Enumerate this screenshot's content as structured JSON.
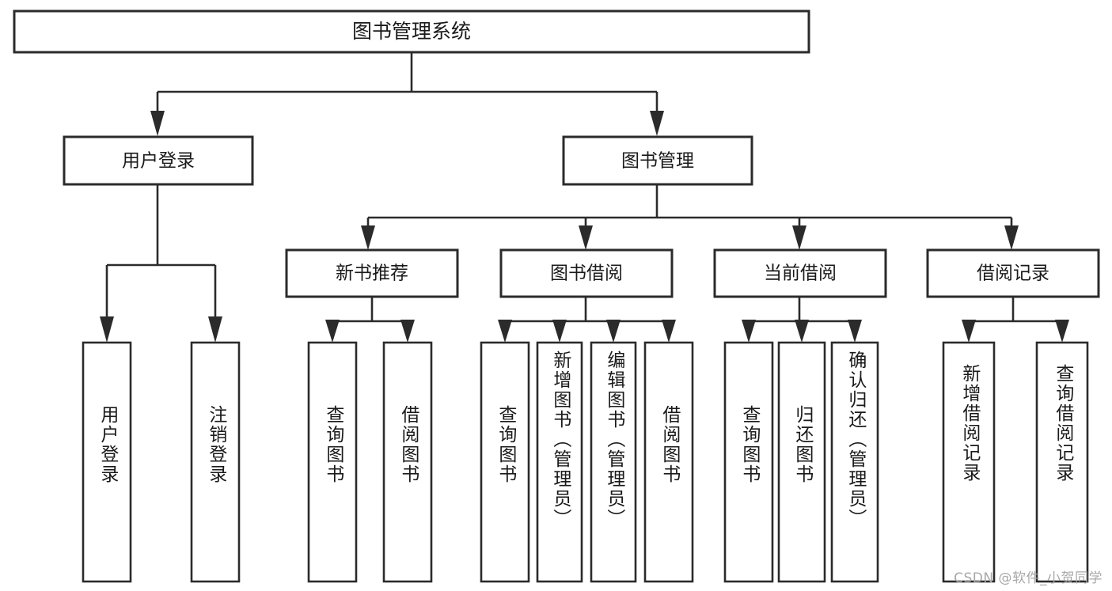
{
  "diagram": {
    "type": "tree",
    "title": "图书管理系统",
    "orientation": "top-down",
    "colors": {
      "box_stroke": "#2b2b2b",
      "box_fill": "#ffffff",
      "connector": "#2b2b2b",
      "text": "#1a1a1a",
      "watermark": "#a8a8a8",
      "background": "#ffffff"
    },
    "root": {
      "label": "图书管理系统"
    },
    "level2": [
      {
        "id": "user-login",
        "label": "用户登录"
      },
      {
        "id": "book-manage",
        "label": "图书管理"
      }
    ],
    "level3": [
      {
        "id": "new-book-recommend",
        "label": "新书推荐",
        "parent": "book-manage"
      },
      {
        "id": "book-borrow",
        "label": "图书借阅",
        "parent": "book-manage"
      },
      {
        "id": "current-borrow",
        "label": "当前借阅",
        "parent": "book-manage"
      },
      {
        "id": "borrow-record",
        "label": "借阅记录",
        "parent": "book-manage"
      }
    ],
    "leaves": {
      "user-login": [
        {
          "id": "leaf-user-login",
          "label": "用户登录"
        },
        {
          "id": "leaf-logout",
          "label": "注销登录"
        }
      ],
      "new-book-recommend": [
        {
          "id": "leaf-query-book-1",
          "label": "查询图书"
        },
        {
          "id": "leaf-borrow-book-1",
          "label": "借阅图书"
        }
      ],
      "book-borrow": [
        {
          "id": "leaf-query-book-2",
          "label": "查询图书"
        },
        {
          "id": "leaf-add-book",
          "label": "新增图书（管理员）"
        },
        {
          "id": "leaf-edit-book",
          "label": "编辑图书（管理员）"
        },
        {
          "id": "leaf-borrow-book-2",
          "label": "借阅图书"
        }
      ],
      "current-borrow": [
        {
          "id": "leaf-query-book-3",
          "label": "查询图书"
        },
        {
          "id": "leaf-return-book",
          "label": "归还图书"
        },
        {
          "id": "leaf-confirm-return",
          "label": "确认归还（管理员）"
        }
      ],
      "borrow-record": [
        {
          "id": "leaf-add-record",
          "label": "新增借阅记录"
        },
        {
          "id": "leaf-query-record",
          "label": "查询借阅记录"
        }
      ]
    }
  },
  "watermark": {
    "text": "CSDN @软件_小贺同学"
  }
}
